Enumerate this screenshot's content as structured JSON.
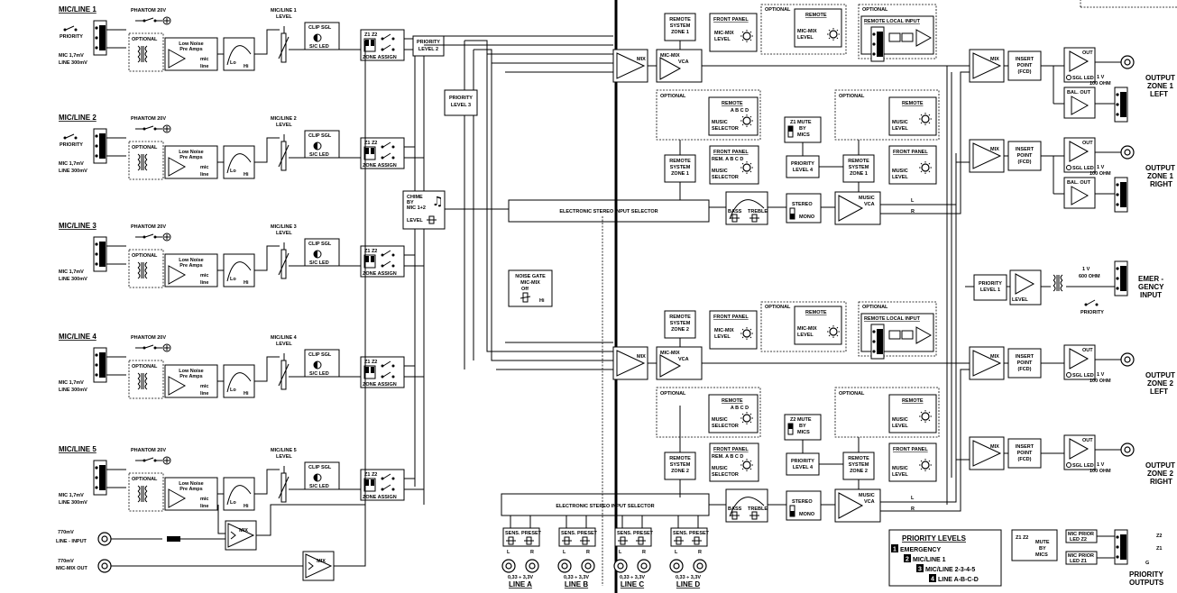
{
  "inputs": [
    {
      "title": "MIC/LINE 1",
      "level": "MIC/LINE 1",
      "level2": "LEVEL",
      "sens_mic": "MIC 1,7mV",
      "sens_line": "LINE 300mV",
      "priority": "PRIORITY"
    },
    {
      "title": "MIC/LINE 2",
      "level": "MIC/LINE 2",
      "level2": "LEVEL",
      "sens_mic": "MIC 1,7mV",
      "sens_line": "LINE 300mV",
      "priority": "PRIORITY"
    },
    {
      "title": "MIC/LINE 3",
      "level": "MIC/LINE 3",
      "level2": "LEVEL",
      "sens_mic": "MIC 1,7mV",
      "sens_line": "LINE 300mV",
      "priority": ""
    },
    {
      "title": "MIC/LINE 4",
      "level": "MIC/LINE 4",
      "level2": "LEVEL",
      "sens_mic": "MIC 1,7mV",
      "sens_line": "LINE 300mV",
      "priority": ""
    },
    {
      "title": "MIC/LINE 5",
      "level": "MIC/LINE 5",
      "level2": "LEVEL",
      "sens_mic": "MIC 1,7mV",
      "sens_line": "LINE 300mV",
      "priority": ""
    }
  ],
  "common": {
    "phantom": "PHANTOM 20V",
    "optional": "OPTIONAL",
    "preamp1": "Low Noise",
    "preamp2": "Pre Amps",
    "mic": "mic",
    "line": "line",
    "lo": "Lo",
    "hi": "Hi",
    "clip_sgl": "CLIP  SGL",
    "sc_led": "S/C LED",
    "zone_assign": "ZONE ASSIGN",
    "z1z2": "Z1 Z2",
    "mix": "MIX",
    "mic_mix_vca": "MIC-MIX",
    "vca": "VCA"
  },
  "priority2": {
    "l1": "PRIORITY",
    "l2": "LEVEL 2"
  },
  "priority3": {
    "l1": "PRIORITY",
    "l2": "LEVEL 3"
  },
  "chime": {
    "l1": "CHIME",
    "l2": "BY",
    "l3": "MIC 1+2",
    "l4": "LEVEL"
  },
  "noise_gate": {
    "l1": "NOISE GATE",
    "l2": "MIC-MIX",
    "l3": "Off",
    "l4": "Hi"
  },
  "input_selector": "ELECTRONIC STEREO INPUT SELECTOR",
  "line_in": {
    "l1": "770mV",
    "l2": "LINE - INPUT"
  },
  "mic_mix_out": {
    "l1": "770mV",
    "l2": "MIC-MIX OUT"
  },
  "zone_blocks": [
    {
      "remote_sys": "REMOTE",
      "sys2": "SYSTEM",
      "zone": "ZONE 1",
      "music_zone": "ZONE 1",
      "mute_z": "Z1 MUTE",
      "mute_by": "BY",
      "mute_mics": "MICS",
      "priority4": "PRIORITY",
      "priority4b": "LEVEL 4"
    },
    {
      "remote_sys": "REMOTE",
      "sys2": "SYSTEM",
      "zone": "ZONE 2",
      "music_zone": "ZONE 2",
      "mute_z": "Z2 MUTE",
      "mute_by": "BY",
      "mute_mics": "MICS",
      "priority4": "PRIORITY",
      "priority4b": "LEVEL 4"
    }
  ],
  "panel": {
    "front_panel": "FRONT PANEL",
    "mic_mix": "MIC-MIX",
    "level": "LEVEL",
    "remote": "REMOTE",
    "remote_local_input": "REMOTE LOCAL INPUT",
    "music": "MUSIC",
    "selector": "SELECTOR",
    "abcd": "A  B  C  D",
    "rem_abcd": "REM. A  B  C  D",
    "bass": "BASS",
    "treble": "TREBLE",
    "stereo": "STEREO",
    "mono": "MONO",
    "music_vca": "MUSIC",
    "l": "L",
    "r": "R",
    "insert": "INSERT",
    "point": "POINT",
    "fcd": "(FCD)",
    "out": "OUT",
    "sgl_led": "SGL LED",
    "bal_out": "BAL. OUT",
    "one_v": "1 V",
    "ohm100": "100 OHM"
  },
  "outputs": [
    {
      "l1": "OUTPUT",
      "l2": "ZONE 1",
      "l3": "LEFT"
    },
    {
      "l1": "OUTPUT",
      "l2": "ZONE 1",
      "l3": "RIGHT"
    },
    {
      "l1": "OUTPUT",
      "l2": "ZONE 2",
      "l3": "LEFT"
    },
    {
      "l1": "OUTPUT",
      "l2": "ZONE 2",
      "l3": "RIGHT"
    }
  ],
  "emergency": {
    "l1": "EMER -",
    "l2": "GENCY",
    "l3": "INPUT",
    "prio": "PRIORITY",
    "p1": "PRIORITY",
    "p2": "LEVEL 1",
    "lvl": "LEVEL",
    "v": "1 V",
    "ohm": "600 OHM"
  },
  "line_inputs": [
    {
      "name": "LINE A",
      "sens": "0,33 ÷ 3,3V"
    },
    {
      "name": "LINE B",
      "sens": "0,33 ÷ 3,3V"
    },
    {
      "name": "LINE C",
      "sens": "0,33 ÷ 3,3V"
    },
    {
      "name": "LINE D",
      "sens": "0,33 ÷ 3,3V"
    }
  ],
  "sens_preset": "SENS. PRESET",
  "priority_levels": {
    "title": "PRIORITY LEVELS",
    "items": [
      {
        "n": "1",
        "t": "EMERGENCY"
      },
      {
        "n": "2",
        "t": "MIC/LINE 1"
      },
      {
        "n": "3",
        "t": "MIC/LINE 2-3-4-5"
      },
      {
        "n": "4",
        "t": "LINE A-B-C-D"
      }
    ]
  },
  "priority_outputs": {
    "l1": "PRIORITY",
    "l2": "OUTPUTS",
    "z2": "Z2",
    "z1": "Z1",
    "g": "G",
    "mic_prior": "MIC PRIOR",
    "led_z2": "LED Z2",
    "led_z1": "LED Z1",
    "mute": "MUTE",
    "by": "BY",
    "mics": "MICS",
    "z1z2": "Z1 Z2"
  }
}
